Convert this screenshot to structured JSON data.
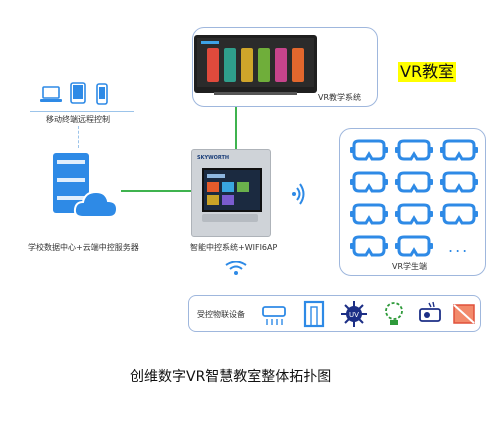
{
  "labels": {
    "vr_teaching_system": "VR教学系统",
    "vr_classroom": "VR教室",
    "mobile_remote": "移动终端远程控制",
    "server_center": "学校数据中心+云端中控服务器",
    "central_control": "智能中控系统+WIFI6AP",
    "student_terminal": "VR学生端",
    "controlled_devices": "受控物联设备",
    "caption": "创维数字VR智慧教室整体拓扑图",
    "panel_brand": "SKYWORTH",
    "ellipsis": "..."
  },
  "colors": {
    "connector_green": "#3fb34f",
    "accent_blue": "#2e8ae6",
    "box_border": "#9fb7dd",
    "highlight_yellow": "#ffff00"
  },
  "icons": {
    "mobile_devices": [
      "laptop-icon",
      "tablet-icon",
      "phone-icon"
    ],
    "controlled_devices": [
      "air-conditioner-icon",
      "door-gate-icon",
      "uv-lamp-icon",
      "light-bulb-icon",
      "projector-icon",
      "no-image-icon"
    ]
  }
}
